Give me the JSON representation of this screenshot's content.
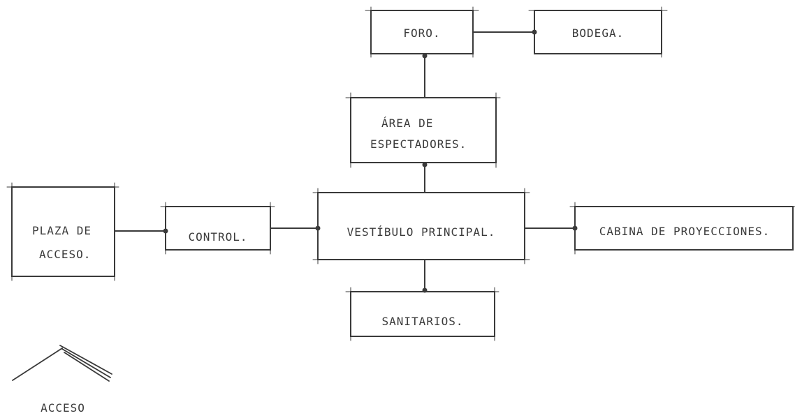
{
  "diagram": {
    "nodes": {
      "foro": "FORO.",
      "bodega": "BODEGA.",
      "area_line1": "ÁREA DE",
      "area_line2": "ESPECTADORES.",
      "plaza_line1": "PLAZA DE",
      "plaza_line2": "ACCESO.",
      "control": "CONTROL.",
      "vestibulo": "VESTÍBULO PRINCIPAL.",
      "cabina": "CABINA DE PROYECCIONES.",
      "sanitarios": "SANITARIOS."
    },
    "entry": {
      "label": "ACCESO"
    }
  },
  "colors": {
    "ink": "#3a3a3a",
    "paper": "#ffffff"
  }
}
